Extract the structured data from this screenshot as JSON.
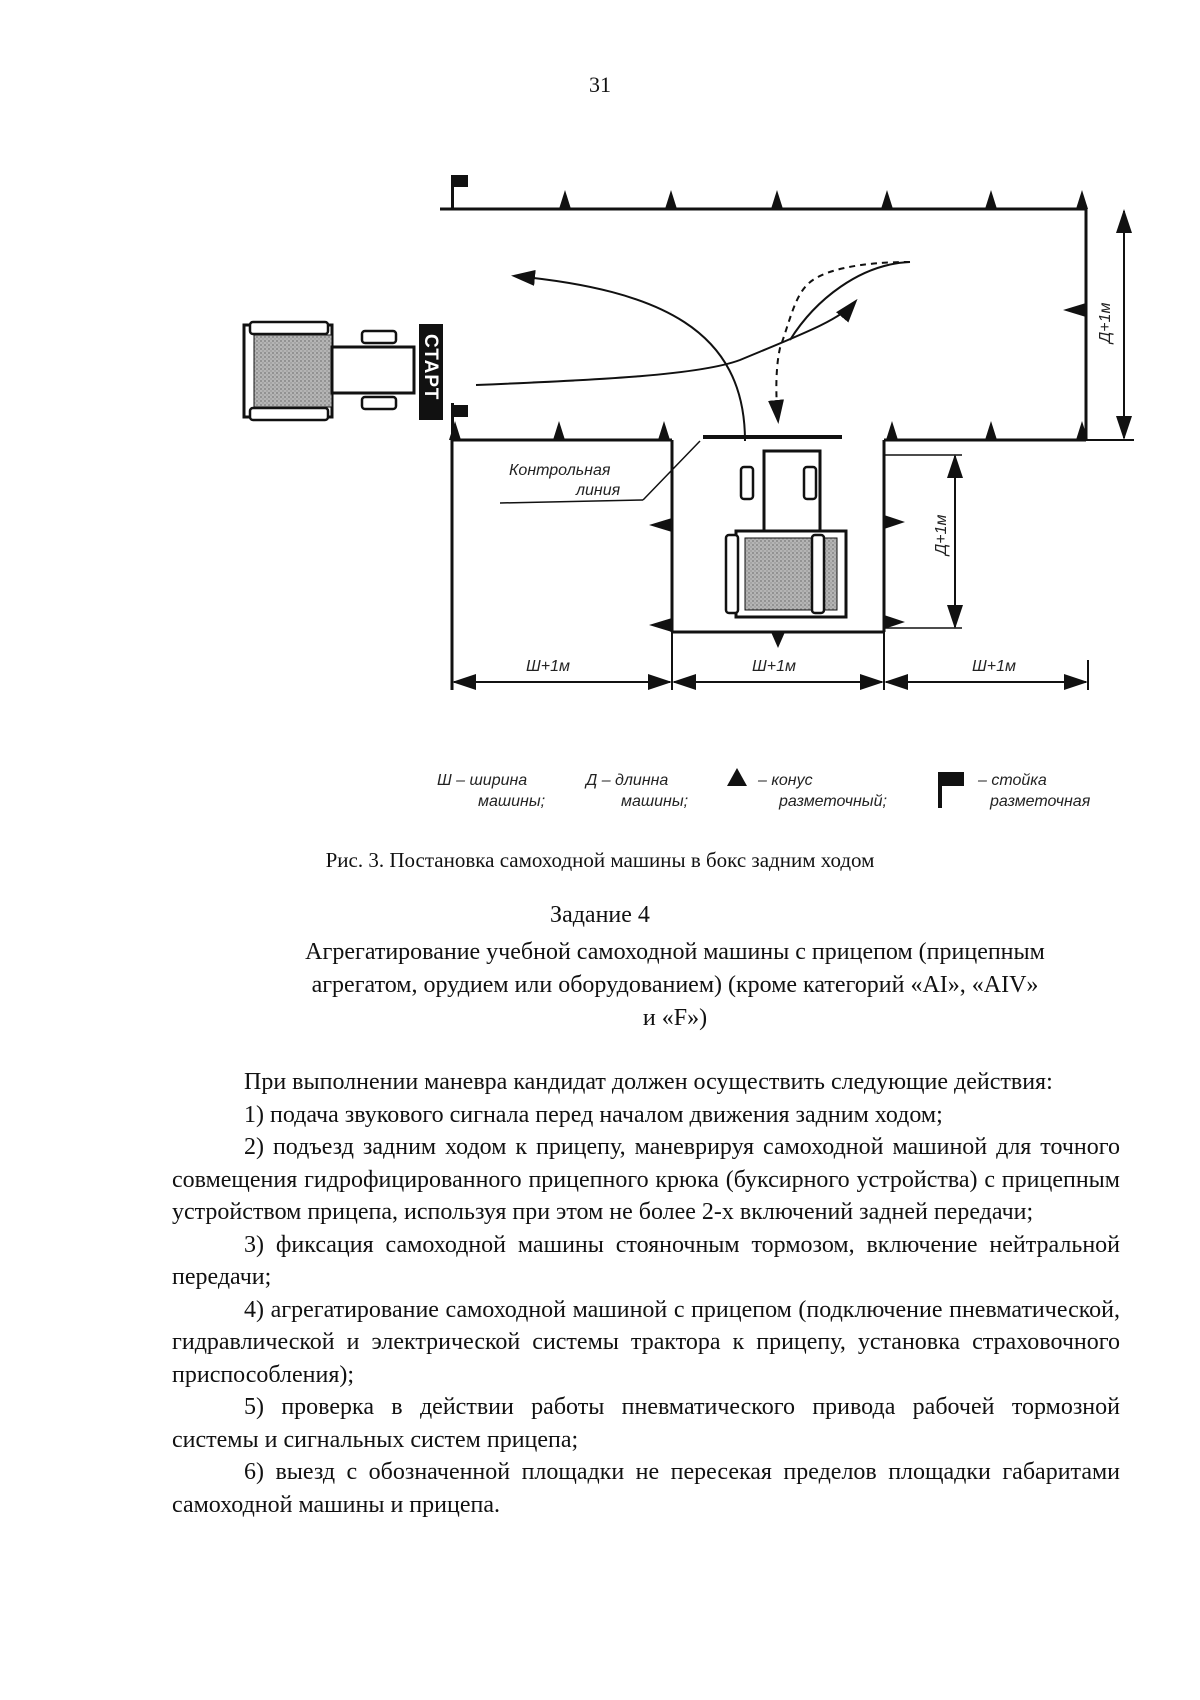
{
  "page_number": "31",
  "diagram": {
    "start_label": "СТАРТ",
    "control_line_label": [
      "Контрольная",
      "линия"
    ],
    "dim_width": [
      "Ш+1м",
      "Ш+1м",
      "Ш+1м"
    ],
    "dim_length": [
      "Д+1м",
      "Д+1м"
    ],
    "legend": [
      {
        "symbol": "Ш",
        "text_line1": "Ш – ширина",
        "text_line2": "машины;"
      },
      {
        "symbol": "Д",
        "text_line1": "Д – длинна",
        "text_line2": "машины;"
      },
      {
        "symbol": "cone-icon",
        "text_line1": "– конус",
        "text_line2": "разметочный;"
      },
      {
        "symbol": "flag-icon",
        "text_line1": "– стойка",
        "text_line2": "разметочная"
      }
    ]
  },
  "caption": "Рис. 3. Постановка самоходной машины в бокс задним ходом",
  "task": {
    "heading": "Задание 4",
    "title_lines": [
      "Агрегатирование учебной самоходной машины с прицепом (прицепным",
      "агрегатом, орудием или оборудованием) (кроме категорий «AI», «AIV»",
      "и «F»)"
    ]
  },
  "body": {
    "intro": "При выполнении маневра кандидат должен осуществить следующие",
    "intro_cont": "действия:",
    "items": [
      {
        "first": "1) подача звукового сигнала перед началом движения задним ходом;",
        "rest": ""
      },
      {
        "first": "2) подъезд задним ходом к прицепу, маневрируя самоходной машиной",
        "rest": "для точного совмещения гидрофицированного прицепного крюка (буксирного устройства) с прицепным устройством прицепа, используя при этом не более 2-х включений задней передачи;"
      },
      {
        "first": "3) фиксация самоходной машины стояночным тормозом, включение",
        "rest": "нейтральной передачи;"
      },
      {
        "first": "4) агрегатирование самоходной машиной с прицепом (подключение",
        "rest": "пневматической, гидравлической и электрической системы трактора к прицепу, установка страховочного приспособления);"
      },
      {
        "first": "5) проверка в действии работы пневматического привода рабочей",
        "rest": "тормозной системы и сигнальных систем прицепа;"
      },
      {
        "first": "6) выезд с обозначенной площадки не пересекая пределов площадки",
        "rest": "габаритами самоходной машины и прицепа."
      }
    ]
  }
}
